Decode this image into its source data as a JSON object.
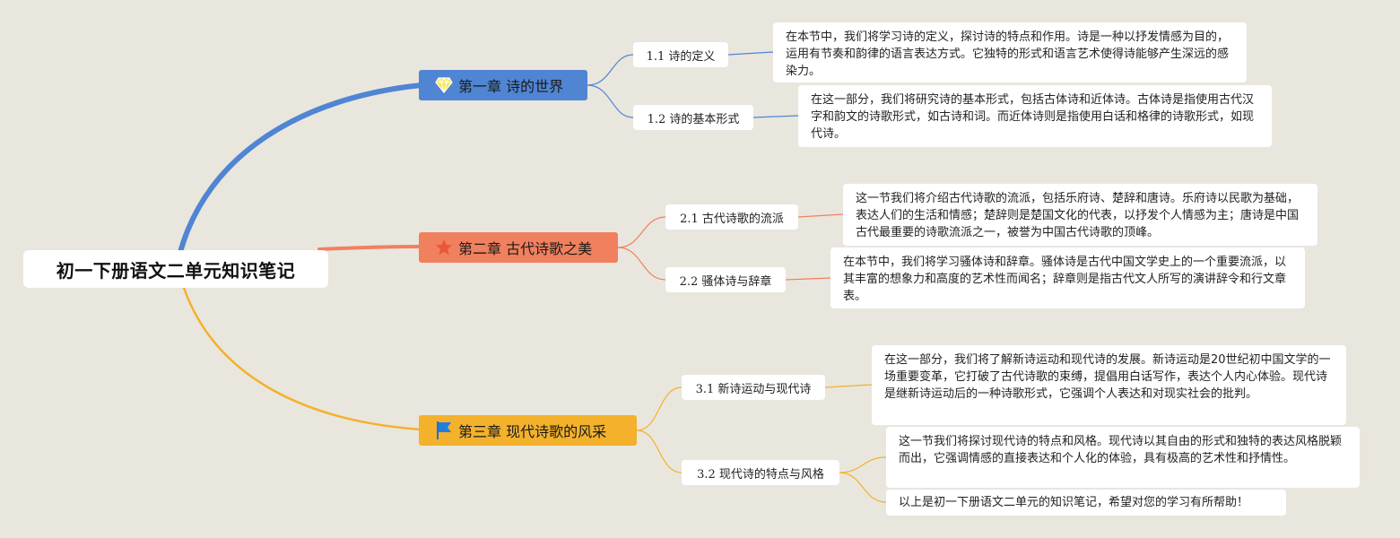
{
  "root": {
    "title": "初一下册语文二单元知识笔记"
  },
  "chapters": [
    {
      "label": "第一章 诗的世界",
      "icon": "diamond-icon",
      "color": "#4f85d3",
      "sections": [
        {
          "label": "1.1 诗的定义",
          "notes": [
            "在本节中，我们将学习诗的定义，探讨诗的特点和作用。诗是一种以抒发情感为目的，运用有节奏和韵律的语言表达方式。它独特的形式和语言艺术使得诗能够产生深远的感染力。"
          ]
        },
        {
          "label": "1.2 诗的基本形式",
          "notes": [
            "在这一部分，我们将研究诗的基本形式，包括古体诗和近体诗。古体诗是指使用古代汉字和韵文的诗歌形式，如古诗和词。而近体诗则是指使用白话和格律的诗歌形式，如现代诗。"
          ]
        }
      ]
    },
    {
      "label": "第二章 古代诗歌之美",
      "icon": "star-icon",
      "color": "#f1805e",
      "sections": [
        {
          "label": "2.1 古代诗歌的流派",
          "notes": [
            "这一节我们将介绍古代诗歌的流派，包括乐府诗、楚辞和唐诗。乐府诗以民歌为基础，表达人们的生活和情感；楚辞则是楚国文化的代表，以抒发个人情感为主；唐诗是中国古代最重要的诗歌流派之一，被誉为中国古代诗歌的顶峰。"
          ]
        },
        {
          "label": "2.2 骚体诗与辞章",
          "notes": [
            "在本节中，我们将学习骚体诗和辞章。骚体诗是古代中国文学史上的一个重要流派，以其丰富的想象力和高度的艺术性而闻名；辞章则是指古代文人所写的演讲辞令和行文章表。"
          ]
        }
      ]
    },
    {
      "label": "第三章 现代诗歌的风采",
      "icon": "flag-icon",
      "color": "#f3b12c",
      "sections": [
        {
          "label": "3.1 新诗运动与现代诗",
          "notes": [
            "在这一部分，我们将了解新诗运动和现代诗的发展。新诗运动是20世纪初中国文学的一场重要变革，它打破了古代诗歌的束缚，提倡用白话写作，表达个人内心体验。现代诗是继新诗运动后的一种诗歌形式，它强调个人表达和对现实社会的批判。"
          ]
        },
        {
          "label": "3.2 现代诗的特点与风格",
          "notes": [
            "这一节我们将探讨现代诗的特点和风格。现代诗以其自由的形式和独特的表达风格脱颖而出，它强调情感的直接表达和个人化的体验，具有极高的艺术性和抒情性。",
            "以上是初一下册语文二单元的知识笔记，希望对您的学习有所帮助！"
          ]
        }
      ]
    }
  ]
}
